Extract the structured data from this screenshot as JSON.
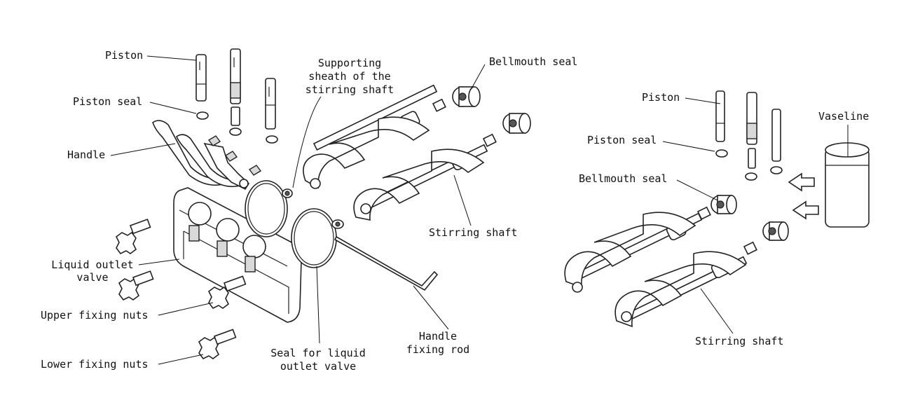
{
  "labels": {
    "piston_left": "Piston",
    "piston_seal_left": "Piston seal",
    "handle": "Handle",
    "liquid_outlet_valve_1": "Liquid outlet",
    "liquid_outlet_valve_2": "valve",
    "upper_fixing_nuts": "Upper fixing nuts",
    "lower_fixing_nuts": "Lower fixing nuts",
    "supporting_sheath_1": "Supporting",
    "supporting_sheath_2": "sheath of the",
    "supporting_sheath_3": "stirring shaft",
    "bellmouth_seal_top": "Bellmouth seal",
    "stirring_shaft_left": "Stirring shaft",
    "seal_outlet_1": "Seal for liquid",
    "seal_outlet_2": "outlet valve",
    "handle_rod_1": "Handle",
    "handle_rod_2": "fixing rod",
    "piston_right": "Piston",
    "piston_seal_right": "Piston seal",
    "vaseline": "Vaseline",
    "bellmouth_seal_right": "Bellmouth seal",
    "stirring_shaft_right": "Stirring shaft"
  }
}
